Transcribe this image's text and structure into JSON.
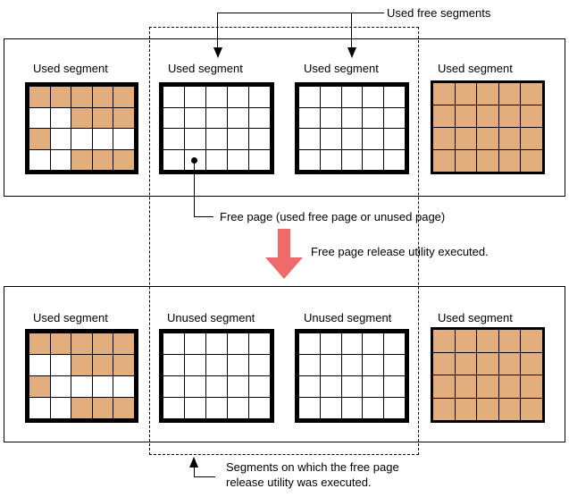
{
  "colors": {
    "used_page_fill": "#e2ae7d",
    "release_arrow": "#f0696b",
    "line_color": "#000000"
  },
  "annotations": {
    "used_free_segments": "Used free segments",
    "free_page": "Free page (used free page or unused page)",
    "utility_executed": "Free page release utility executed.",
    "segments_executed_line1": "Segments on which the free page",
    "segments_executed_line2": "release utility was executed."
  },
  "top_row": {
    "segments": [
      {
        "label": "Used segment",
        "pattern": [
          [
            1,
            1,
            1,
            1,
            1
          ],
          [
            0,
            0,
            1,
            1,
            1
          ],
          [
            1,
            0,
            0,
            0,
            0
          ],
          [
            0,
            0,
            1,
            1,
            1
          ]
        ]
      },
      {
        "label": "Used segment",
        "pattern": [
          [
            0,
            0,
            0,
            0,
            0
          ],
          [
            0,
            0,
            0,
            0,
            0
          ],
          [
            0,
            0,
            0,
            0,
            0
          ],
          [
            0,
            0,
            0,
            0,
            0
          ]
        ]
      },
      {
        "label": "Used segment",
        "pattern": [
          [
            0,
            0,
            0,
            0,
            0
          ],
          [
            0,
            0,
            0,
            0,
            0
          ],
          [
            0,
            0,
            0,
            0,
            0
          ],
          [
            0,
            0,
            0,
            0,
            0
          ]
        ]
      },
      {
        "label": "Used segment",
        "pattern": [
          [
            1,
            1,
            1,
            1,
            1
          ],
          [
            1,
            1,
            1,
            1,
            1
          ],
          [
            1,
            1,
            1,
            1,
            1
          ],
          [
            1,
            1,
            1,
            1,
            1
          ]
        ]
      }
    ]
  },
  "bottom_row": {
    "segments": [
      {
        "label": "Used segment",
        "pattern": [
          [
            1,
            1,
            1,
            1,
            1
          ],
          [
            0,
            0,
            1,
            1,
            1
          ],
          [
            1,
            0,
            0,
            0,
            0
          ],
          [
            0,
            0,
            1,
            1,
            1
          ]
        ]
      },
      {
        "label": "Unused segment",
        "pattern": [
          [
            0,
            0,
            0,
            0,
            0
          ],
          [
            0,
            0,
            0,
            0,
            0
          ],
          [
            0,
            0,
            0,
            0,
            0
          ],
          [
            0,
            0,
            0,
            0,
            0
          ]
        ]
      },
      {
        "label": "Unused segment",
        "pattern": [
          [
            0,
            0,
            0,
            0,
            0
          ],
          [
            0,
            0,
            0,
            0,
            0
          ],
          [
            0,
            0,
            0,
            0,
            0
          ],
          [
            0,
            0,
            0,
            0,
            0
          ]
        ]
      },
      {
        "label": "Used segment",
        "pattern": [
          [
            1,
            1,
            1,
            1,
            1
          ],
          [
            1,
            1,
            1,
            1,
            1
          ],
          [
            1,
            1,
            1,
            1,
            1
          ],
          [
            1,
            1,
            1,
            1,
            1
          ]
        ]
      }
    ]
  }
}
